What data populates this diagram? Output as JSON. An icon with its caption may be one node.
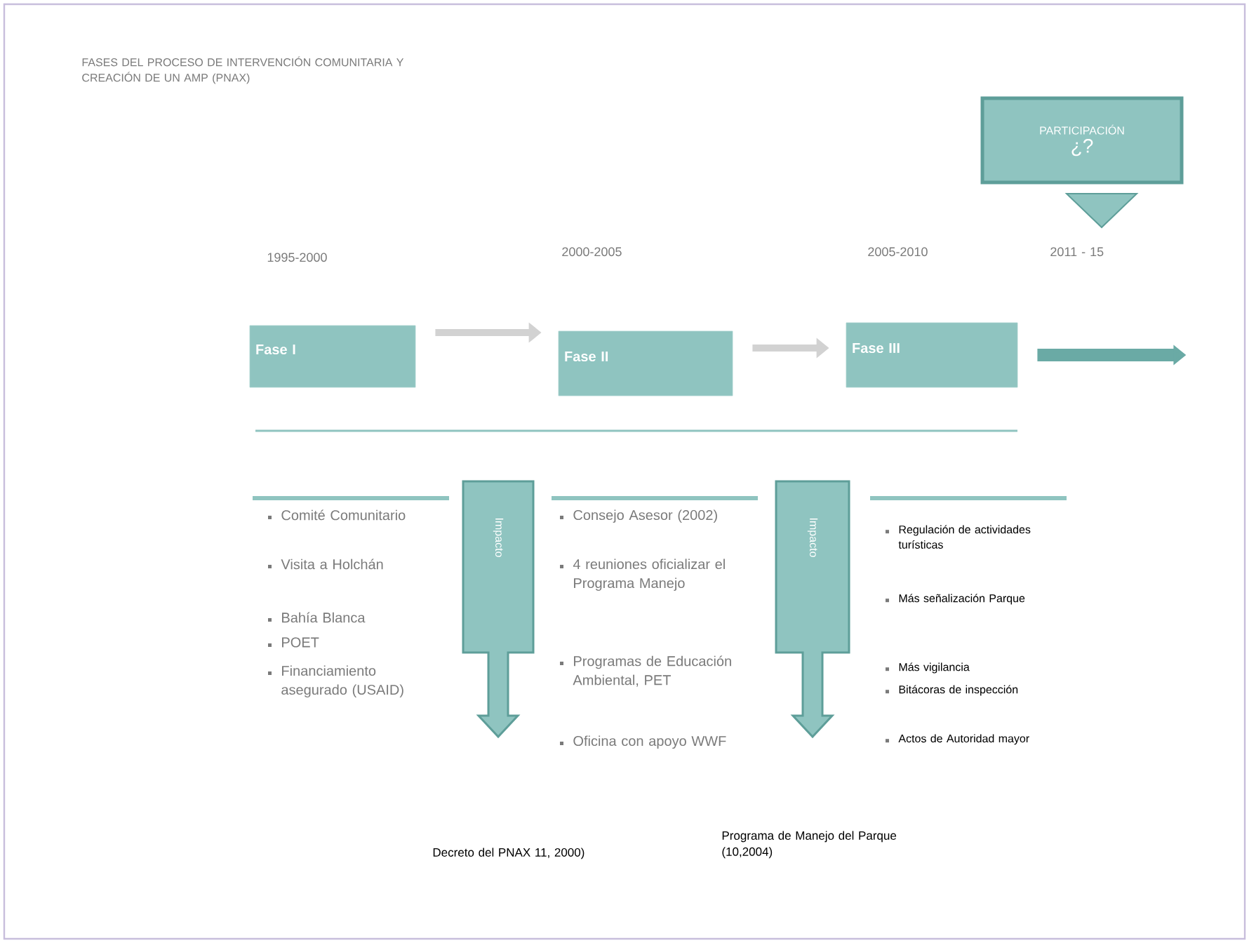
{
  "diagram": {
    "title": "FASES DEL PROCESO DE INTERVENCIÓN COMUNITARIA Y CREACIÓN DE UN AMP (PNAX)",
    "nodes": [
      {
        "text": [
          "Fase I"
        ]
      },
      {
        "text": [
          "Fase II"
        ]
      },
      {
        "text": [
          "Fase III"
        ]
      },
      {
        "text": [
          "PARTICIPACIÓN",
          "¿?"
        ]
      },
      {
        "text": [
          "Impacto"
        ]
      },
      {
        "text": [
          "Impacto"
        ]
      }
    ],
    "edges": [
      {
        "from": 0,
        "to": 1,
        "arrow": "to"
      },
      {
        "from": 1,
        "to": 2,
        "arrow": "to"
      },
      {
        "from": 2,
        "to": null,
        "arrow": "to",
        "style": "thick",
        "color": "#6aaaa5"
      }
    ],
    "labels": [
      "1995-2000",
      "2000-2005",
      "2005-2010",
      "2011 - 15",
      "Comité Comunitario",
      "Visita a Holchán",
      "Bahía Blanca",
      "POET",
      "Financiamiento asegurado (USAID)",
      "Consejo Asesor (2002)",
      "4 reuniones oficializar el Programa Manejo",
      "Programas de Educación Ambiental, PET",
      "Oficina con apoyo WWF",
      "Regulación de actividades turísticas",
      "Más señalización Parque",
      "Más vigilancia",
      "Bitácoras de inspección",
      "Actos de Autoridad mayor",
      "Decreto del PNAX 11, 2000)",
      "Programa de Manejo del Parque (10,2004)"
    ]
  }
}
